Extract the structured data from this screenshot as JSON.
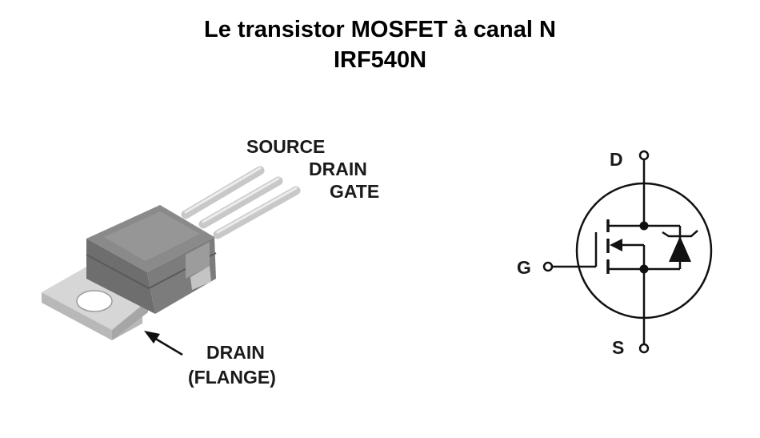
{
  "title": {
    "line1": "Le transistor MOSFET à canal N",
    "line2": "IRF540N"
  },
  "package_labels": {
    "source": "SOURCE",
    "drain": "DRAIN",
    "gate": "GATE",
    "flange_line1": "DRAIN",
    "flange_line2": "(FLANGE)"
  },
  "symbol_labels": {
    "drain": "D",
    "gate": "G",
    "source": "S"
  },
  "colors": {
    "text": "#1a1a1a",
    "body_dark": "#6e6e6e",
    "body_mid": "#8a8a8a",
    "body_light": "#a9a9a9",
    "tab": "#cfcfcf",
    "leads": "#d0d0d0"
  }
}
